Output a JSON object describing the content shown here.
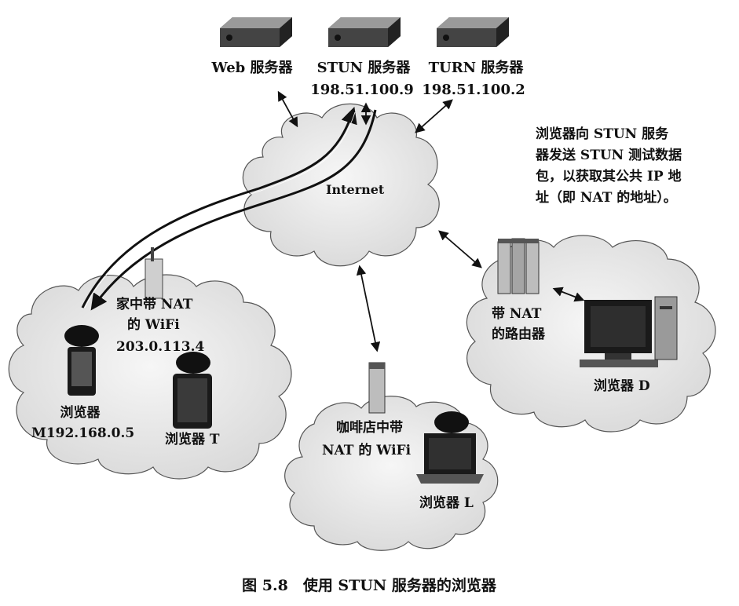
{
  "servers": {
    "web": {
      "label": "Web 服务器"
    },
    "stun": {
      "label": "STUN 服务器",
      "ip": "198.51.100.9"
    },
    "turn": {
      "label": "TURN 服务器",
      "ip": "198.51.100.2"
    }
  },
  "internet": {
    "label": "Internet"
  },
  "note": {
    "lines": [
      "浏览器向 STUN 服务",
      "器发送 STUN 测试数据",
      "包，以获取其公共 IP 地",
      "址（即 NAT 的地址）。"
    ]
  },
  "home": {
    "router_lines": [
      "家中带 NAT",
      "的 WiFi",
      "203.0.113.4"
    ],
    "browser_m_lines": [
      "浏览器",
      "M192.168.0.5"
    ],
    "browser_t": "浏览器 T"
  },
  "office": {
    "router_lines": [
      "带 NAT",
      "的路由器"
    ],
    "browser_d": "浏览器 D"
  },
  "cafe": {
    "wifi_lines": [
      "咖啡店中带",
      "NAT 的 WiFi"
    ],
    "browser_l": "浏览器 L"
  },
  "caption": "图 5.8　使用 STUN 服务器的浏览器",
  "colors": {
    "ink": "#111111",
    "cloud_fill": "#e9e9e9",
    "device_dark": "#1a1a1a"
  }
}
